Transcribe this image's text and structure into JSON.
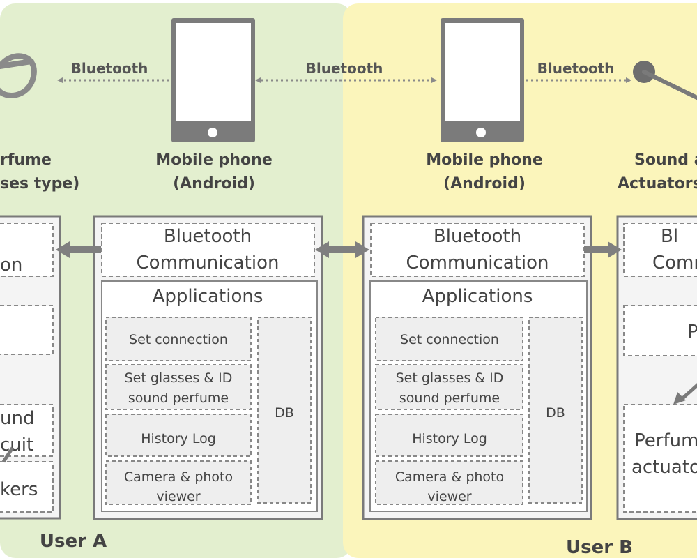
{
  "colors": {
    "user_a_panel": "#e3efcf",
    "user_b_panel": "#fbf5bb",
    "box_border": "#7a7a7a",
    "box_fill": "#f4f4f4",
    "inner_fill": "#ffffff",
    "dashed_fill": "#eeeeee",
    "arrow": "#7f7f7f",
    "text": "#444444",
    "phone_fill": "#7b7b7b",
    "phone_screen": "#ffffff"
  },
  "users": {
    "a_label": "User A",
    "b_label": "User B"
  },
  "top_row": {
    "link_left": "Bluetooth",
    "link_middle": "Bluetooth",
    "link_right": "Bluetooth",
    "left_device": {
      "line1": "rfume",
      "line2": "ses type)",
      "icon": "perfume-glasses-icon"
    },
    "phone_a": {
      "line1": "Mobile phone",
      "line2": "(Android)",
      "icon": "mobile-phone-icon"
    },
    "phone_b": {
      "line1": "Mobile phone",
      "line2": "(Android)",
      "icon": "mobile-phone-icon"
    },
    "right_device": {
      "line1": "Sound a",
      "line2": "Actuators",
      "icon": "sound-actuator-icon"
    }
  },
  "left_partial_block": {
    "box1": "on",
    "box3_line1": "und",
    "box3_line2": "cuit",
    "box4": "kers"
  },
  "phone_a_block": {
    "bt_line1": "Bluetooth",
    "bt_line2": "Communication",
    "apps_title": "Applications",
    "items": [
      "Set connection",
      "Set glasses & ID",
      "sound perfume",
      "History Log",
      "Camera & photo",
      "viewer"
    ],
    "db": "DB"
  },
  "phone_b_block": {
    "bt_line1": "Bluetooth",
    "bt_line2": "Communication",
    "apps_title": "Applications",
    "items": [
      "Set connection",
      "Set glasses & ID",
      "sound perfume",
      "History Log",
      "Camera & photo",
      "viewer"
    ],
    "db": "DB"
  },
  "right_partial_block": {
    "bt_line1": "Bl",
    "bt_line2": "Comm",
    "box2": "P",
    "box3_line1": "Perfum",
    "box3_line2": "actuato"
  }
}
